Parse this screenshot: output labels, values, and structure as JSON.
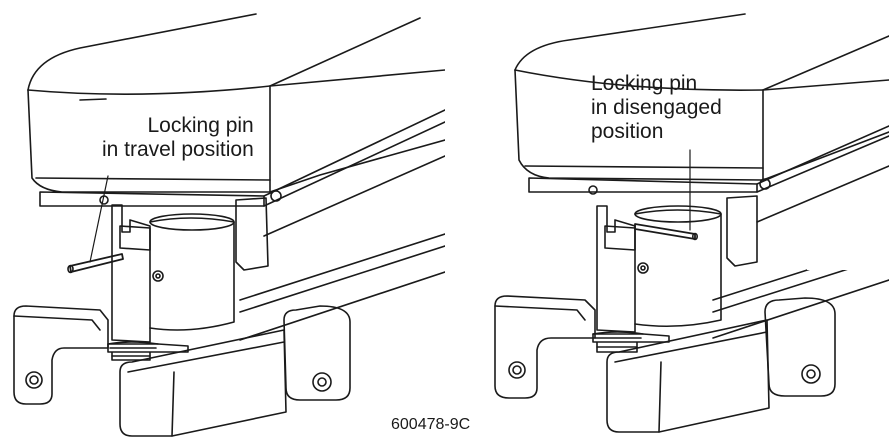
{
  "figure": {
    "left_callout": {
      "line1": "Locking pin",
      "line2": "in travel position"
    },
    "right_callout": {
      "line1": "Locking pin",
      "line2": "in disengaged",
      "line3": "position"
    },
    "figure_id": "600478-9C"
  }
}
